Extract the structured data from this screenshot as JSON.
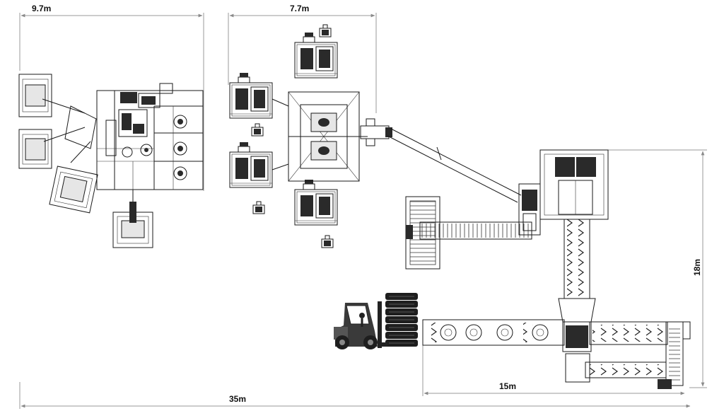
{
  "dimensions": {
    "width_left_machine": "9.7m",
    "width_center_unit": "7.7m",
    "height_right_line": "18m",
    "width_right_line": "15m",
    "overall_length": "35m"
  },
  "colors": {
    "dimension_line": "#9a9a9a",
    "equipment_stroke": "#1a1a1a",
    "background": "#ffffff"
  }
}
